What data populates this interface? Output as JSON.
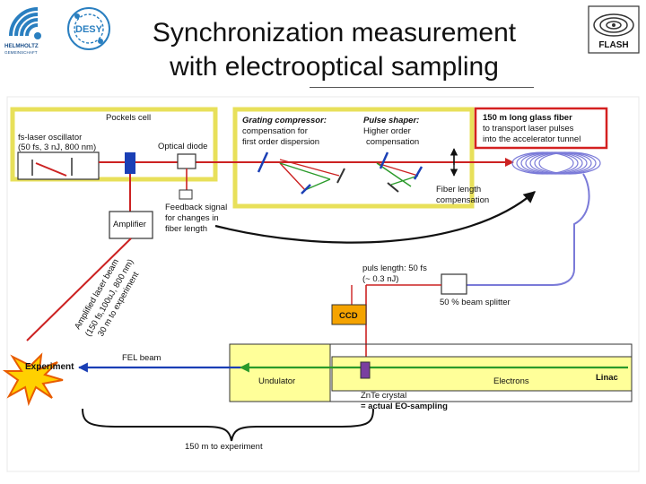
{
  "header": {
    "title_line1": "Synchronization measurement",
    "title_line2": "with electrooptical sampling",
    "logos": [
      {
        "name": "helmholtz-logo",
        "text_lines": [
          "HELMHOLTZ",
          "GEMEINSCHAFT"
        ]
      },
      {
        "name": "desy-logo",
        "text": "DESY"
      },
      {
        "name": "flash-logo",
        "text": "FLASH"
      }
    ]
  },
  "diagram": {
    "labels": {
      "pockels_cell": "Pockels cell",
      "oscillator_1": "fs-laser oscillator",
      "oscillator_2": "(50 fs, 3 nJ, 800 nm)",
      "optical_diode": "Optical diode",
      "grating_title": "Grating compressor:",
      "grating_2": "compensation for",
      "grating_3": "first order dispersion",
      "shaper_title": "Pulse shaper:",
      "shaper_2": "Higher order",
      "shaper_3": "compensation",
      "fiber_1": "150 m long glass fiber",
      "fiber_2": "to transport laser pulses",
      "fiber_3": "into the accelerator tunnel",
      "fiber_length_1": "Fiber length",
      "fiber_length_2": "compensation",
      "feedback_1": "Feedback signal",
      "feedback_2": "for changes in",
      "feedback_3": "fiber length",
      "amplifier": "Amplifier",
      "amplified_1": "Amplified laser beam",
      "amplified_2": "(150 fs,100uJ, 800 nm)",
      "amplified_3": "30 m to experiment",
      "puls_length_1": "puls length: 50 fs",
      "puls_length_2": "(~ 0.3 nJ)",
      "beam_splitter": "50 % beam splitter",
      "ccd": "CCD",
      "experiment": "Experiment",
      "fel_beam": "FEL beam",
      "undulator": "Undulator",
      "electrons": "Electrons",
      "linac": "Linac",
      "znte_1": "ZnTe crystal",
      "znte_2": "= actual EO-sampling",
      "distance": "150 m to experiment"
    },
    "colors": {
      "laser": "#cc2222",
      "fiber": "#7a7ad8",
      "electron": "#2a9a2a",
      "fel": "#1a3fb5",
      "frame": "#ffff99",
      "ccd": "#f5a300",
      "undulator": "#ffff99",
      "highlight": "#d42020"
    }
  }
}
